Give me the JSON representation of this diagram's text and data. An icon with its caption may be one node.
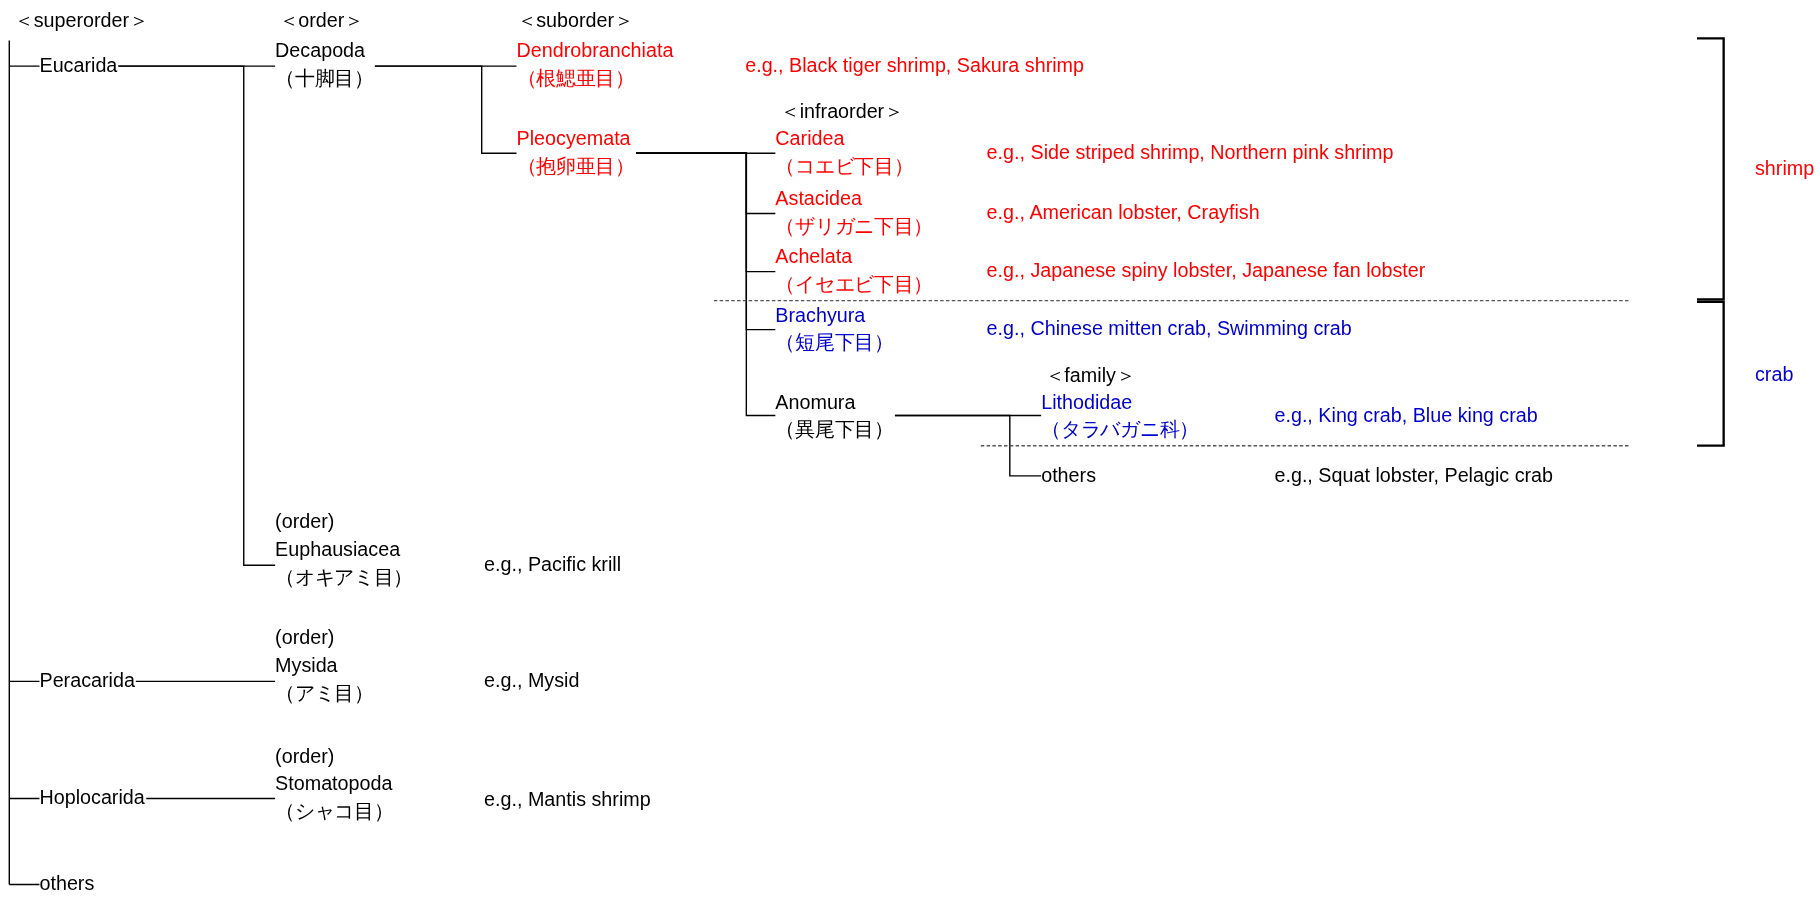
{
  "diagram": {
    "nodes": [
      {
        "text": [
          "Eucarida"
        ]
      },
      {
        "text": [
          "Decapoda （十脚目）"
        ]
      },
      {
        "text": [
          "Dendrobranchiata （根鰓亜目）"
        ]
      },
      {
        "text": [
          "Pleocyemata （抱卵亜目）"
        ]
      },
      {
        "text": [
          "Caridea （コエビ下目）"
        ]
      },
      {
        "text": [
          "Astacidea （ザリガニ下目）"
        ]
      },
      {
        "text": [
          "Achelata （イセエビ下目）"
        ]
      },
      {
        "text": [
          "Brachyura （短尾下目）"
        ]
      },
      {
        "text": [
          "Anomura （異尾下目）"
        ]
      },
      {
        "text": [
          "Lithodidae （タラバガニ科）"
        ]
      },
      {
        "text": [
          "others"
        ]
      },
      {
        "text": [
          "(order)",
          "Euphausiacea （オキアミ目）"
        ]
      },
      {
        "text": [
          "Peracarida"
        ]
      },
      {
        "text": [
          "(order)",
          "Mysida （アミ目）"
        ]
      },
      {
        "text": [
          "Hoplocarida"
        ]
      },
      {
        "text": [
          "(order)",
          "Stomatopoda （シャコ目）"
        ]
      },
      {
        "text": [
          "others"
        ]
      }
    ],
    "edges": [
      {
        "from": 0,
        "to": 1,
        "arrow": "none"
      },
      {
        "from": 1,
        "to": 2,
        "arrow": "none"
      },
      {
        "from": 1,
        "to": 3,
        "arrow": "none"
      },
      {
        "from": 3,
        "to": 4,
        "arrow": "none"
      },
      {
        "from": 3,
        "to": 5,
        "arrow": "none"
      },
      {
        "from": 3,
        "to": 6,
        "arrow": "none"
      },
      {
        "from": 3,
        "to": 7,
        "arrow": "none"
      },
      {
        "from": 3,
        "to": 8,
        "arrow": "none"
      },
      {
        "from": 8,
        "to": 9,
        "arrow": "none"
      },
      {
        "from": 8,
        "to": 10,
        "arrow": "none"
      },
      {
        "from": 0,
        "to": 11,
        "arrow": "none"
      },
      {
        "from": 12,
        "to": 13,
        "arrow": "none"
      },
      {
        "from": 14,
        "to": 15,
        "arrow": "none"
      }
    ],
    "labels": [
      "＜superorder＞",
      "＜order＞",
      "＜suborder＞",
      "e.g., Black tiger shrimp, Sakura shrimp",
      "＜infraorder＞",
      "e.g., Side striped shrimp, Northern pink shrimp",
      "shrimp",
      "e.g., American lobster, Crayfish",
      "e.g., Japanese spiny lobster, Japanese fan lobster",
      "e.g., Chinese mitten crab, Swimming crab",
      "crab",
      "＜family＞",
      "e.g., King crab, Blue king crab",
      "e.g., Squat lobster, Pelagic crab",
      "e.g., Pacific krill",
      "e.g., Mysid",
      "e.g., Mantis shrimp"
    ]
  }
}
